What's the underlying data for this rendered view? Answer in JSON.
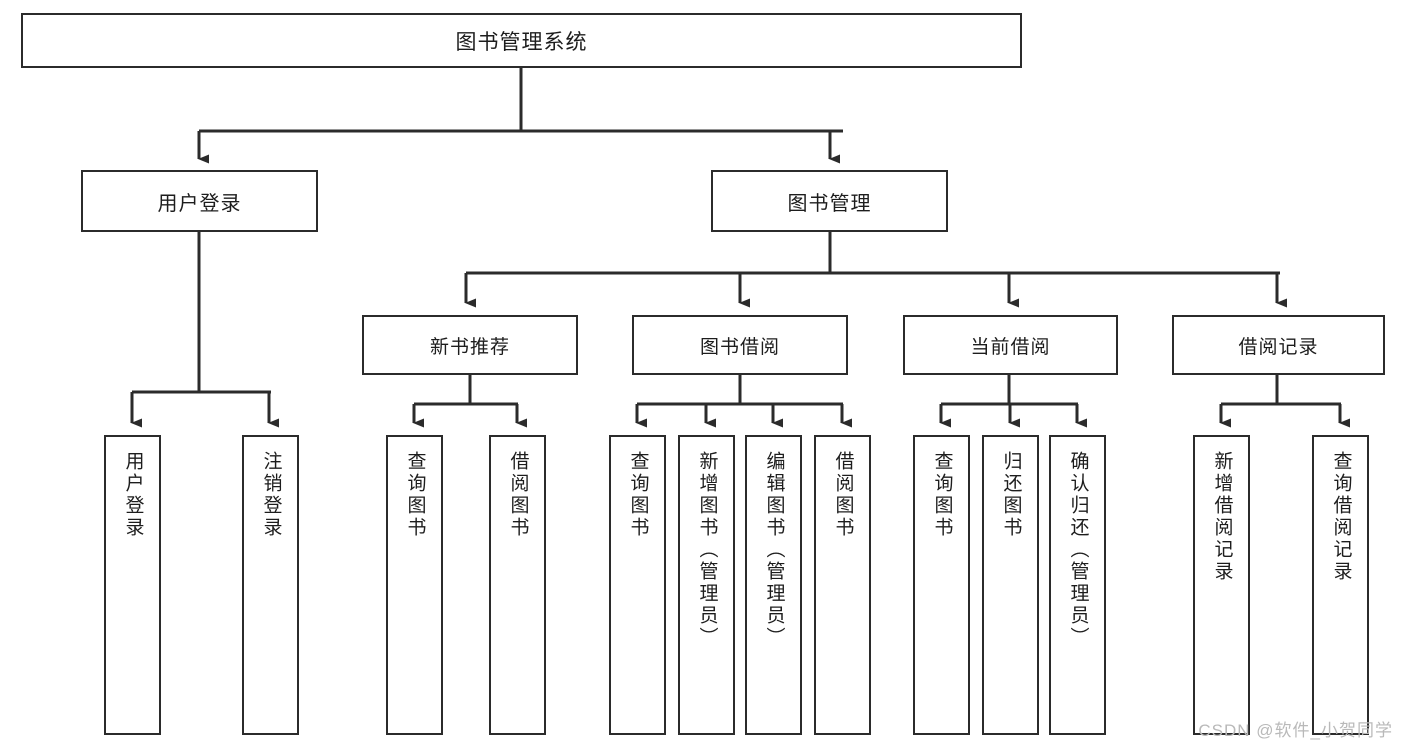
{
  "diagram": {
    "title": "图书管理系统",
    "watermark": "CSDN @软件_小贺同学",
    "line_color": "#2b2b2b",
    "box_fill": "#ffffff",
    "text_color": "#1d1d1d",
    "watermark_color": "#b9b9b9"
  },
  "root": {
    "label": "图书管理系统"
  },
  "level1": [
    {
      "label": "用户登录"
    },
    {
      "label": "图书管理"
    }
  ],
  "level2": [
    {
      "label": "新书推荐"
    },
    {
      "label": "图书借阅"
    },
    {
      "label": "当前借阅"
    },
    {
      "label": "借阅记录"
    }
  ],
  "leaves": {
    "user_login": [
      {
        "label": "用户登录"
      },
      {
        "label": "注销登录"
      }
    ],
    "new_book_recommend": [
      {
        "label": "查询图书"
      },
      {
        "label": "借阅图书"
      }
    ],
    "book_borrow": [
      {
        "label": "查询图书"
      },
      {
        "label": "新增图书（管理员）"
      },
      {
        "label": "编辑图书（管理员）"
      },
      {
        "label": "借阅图书"
      }
    ],
    "current_borrow": [
      {
        "label": "查询图书"
      },
      {
        "label": "归还图书"
      },
      {
        "label": "确认归还（管理员）"
      }
    ],
    "borrow_record": [
      {
        "label": "新增借阅记录"
      },
      {
        "label": "查询借阅记录"
      }
    ]
  }
}
